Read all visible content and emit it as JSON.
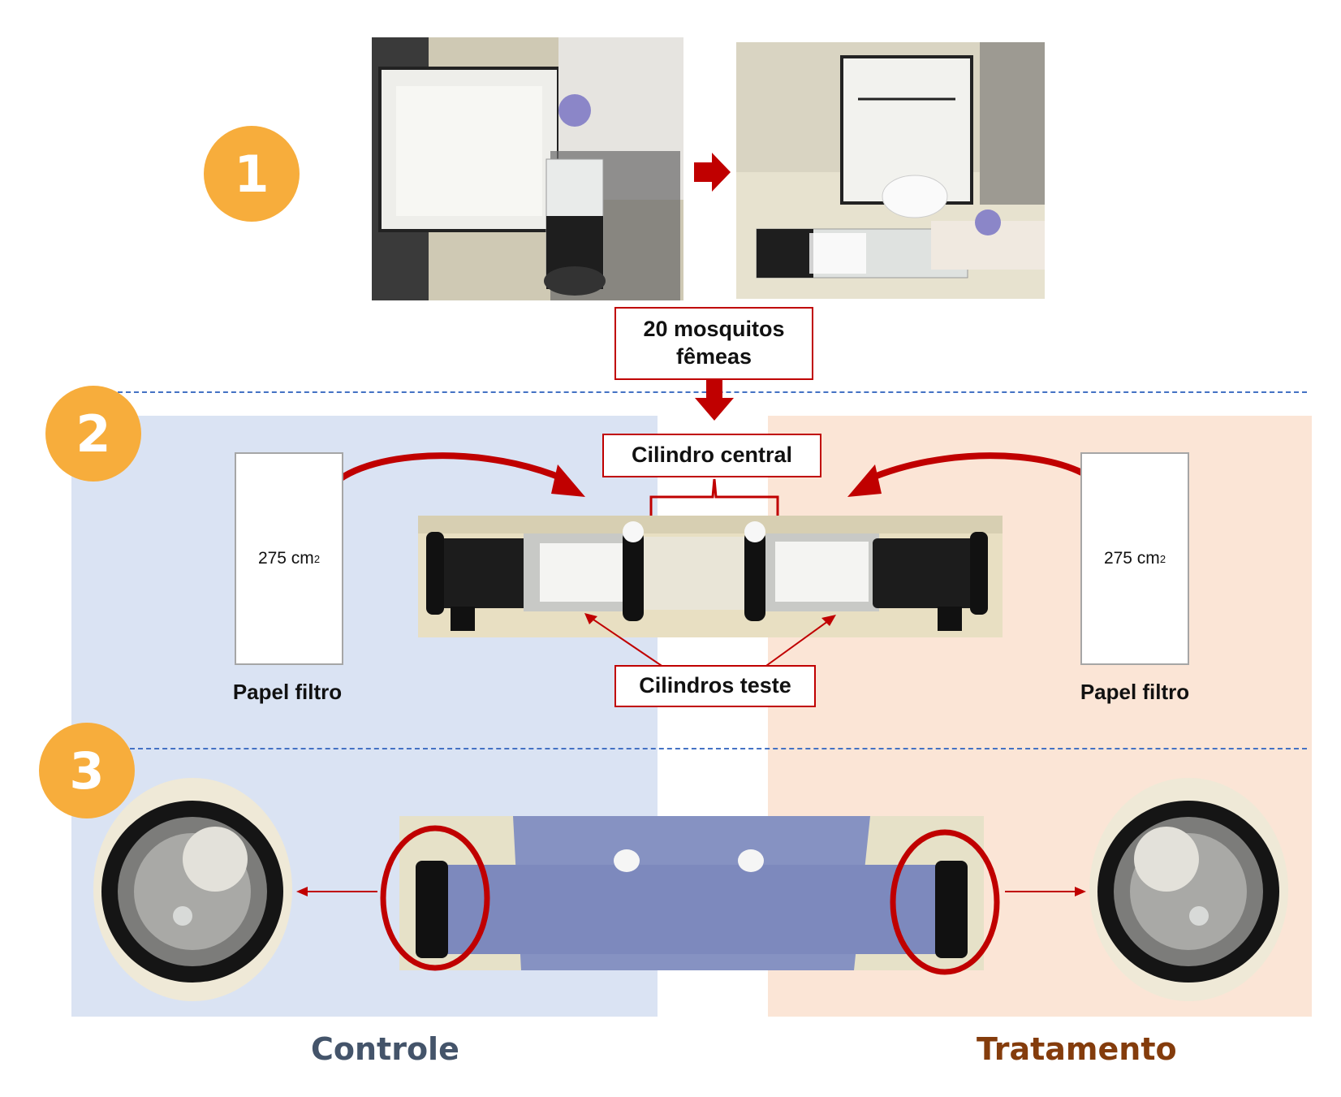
{
  "steps": [
    {
      "number": "1"
    },
    {
      "number": "2"
    },
    {
      "number": "3"
    }
  ],
  "step1": {
    "photo_left": "photo-cage-with-tube-vertical",
    "photo_right": "photo-cage-with-tube-horizontal",
    "arrow": "arrow-right-icon"
  },
  "mosquito_box": {
    "line1": "20 mosquitos",
    "line2": "fêmeas"
  },
  "step2": {
    "central_label": "Cilindro central",
    "test_label": "Cilindros teste",
    "filter_left": {
      "area": "275 cm",
      "sup": "2",
      "caption": "Papel filtro"
    },
    "filter_right": {
      "area": "275 cm",
      "sup": "2",
      "caption": "Papel filtro"
    }
  },
  "groups": {
    "control": "Controle",
    "treatment": "Tratamento"
  },
  "colors": {
    "badge": "#f7ad3c",
    "accent_red": "#c00000",
    "control_panel": "#dae3f3",
    "treatment_panel": "#fbe5d6",
    "control_text": "#44546a",
    "treatment_text": "#843c0c",
    "divider": "#4472c4"
  }
}
